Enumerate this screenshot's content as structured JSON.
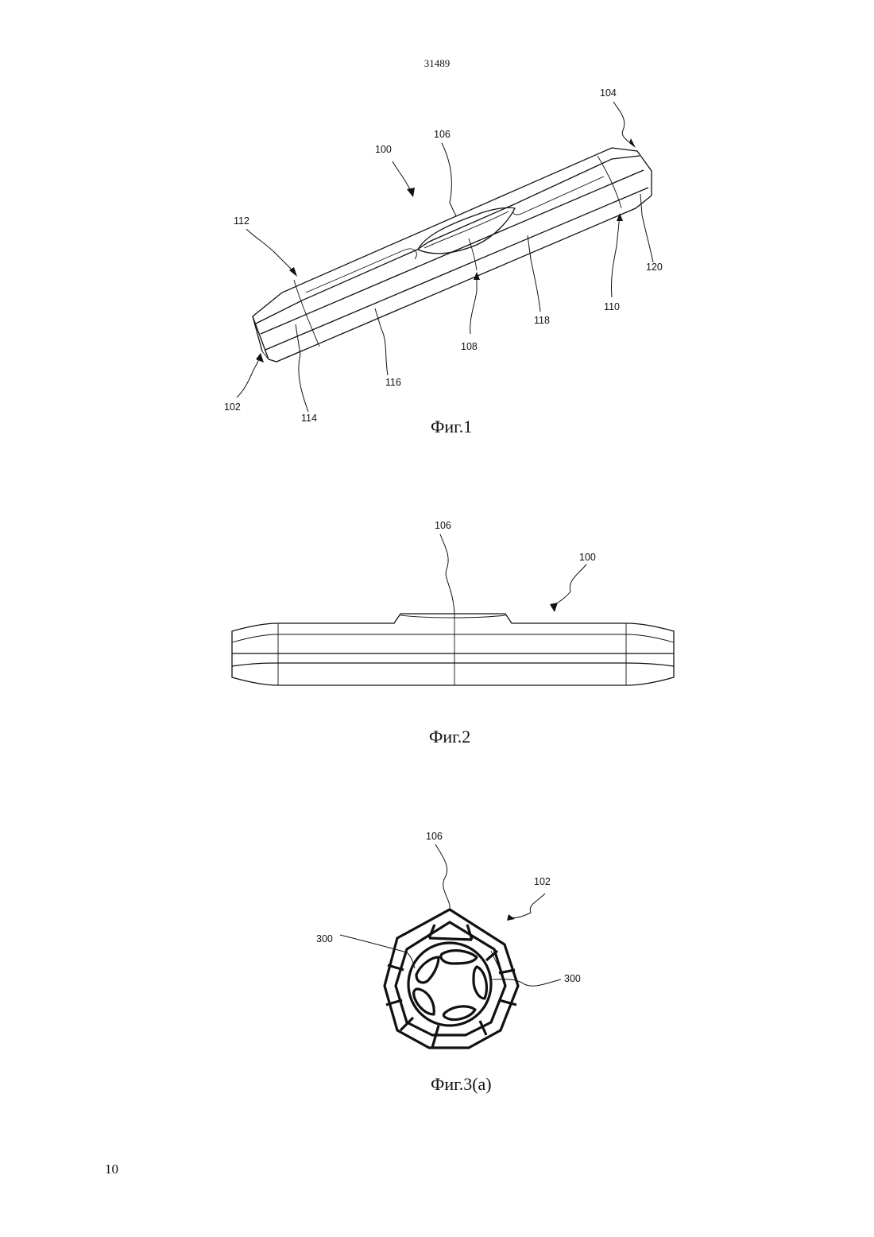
{
  "header": {
    "doc_number": "31489"
  },
  "footer": {
    "page_number": "10"
  },
  "figures": [
    {
      "caption": "Фиг.1",
      "labels": [
        "100",
        "102",
        "104",
        "106",
        "108",
        "110",
        "112",
        "114",
        "116",
        "118",
        "120"
      ]
    },
    {
      "caption": "Фиг.2",
      "labels": [
        "106",
        "100"
      ]
    },
    {
      "caption": "Фиг.3(a)",
      "labels": [
        "106",
        "102",
        "300",
        "300"
      ]
    }
  ]
}
